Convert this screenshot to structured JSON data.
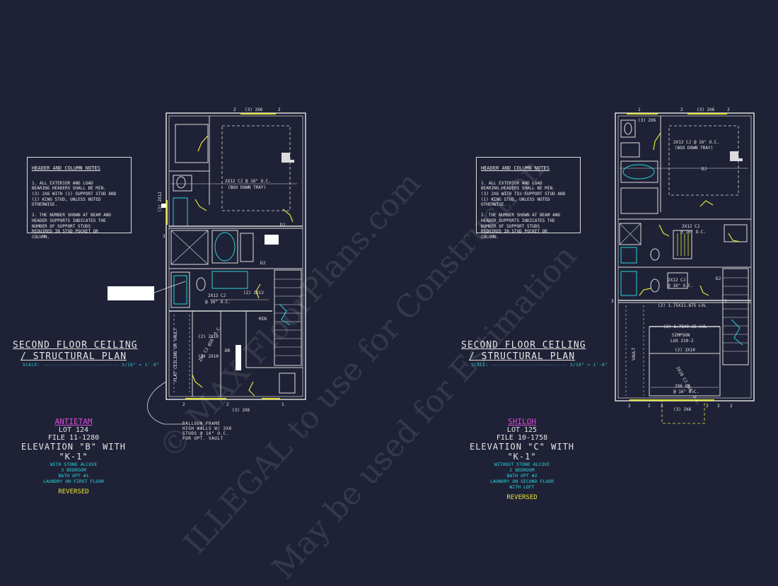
{
  "notes": {
    "heading": "HEADER AND COLUMN NOTES",
    "body": "1. ALL EXTERIOR AND LOAD\nBEARING HEADERS SHALL BE MIN.\n(3) 2x6 WITH (1) SUPPORT STUD AND\n(1) KING STUD, UNLESS NOTED\nOTHERWISE.\n\n2. THE NUMBER SHOWN AT BEAM AND\nHEADER SUPPORTS INDICATES THE\nNUMBER OF SUPPORT STUDS\nREQUIRED IN STUD POCKET OR\nCOLUMN."
  },
  "plan_title": {
    "line1": "SECOND FLOOR CEILING",
    "line2": "/ STRUCTURAL PLAN",
    "scale_label": "SCALE:",
    "scale_value": "3/16\" = 1'-0\""
  },
  "left_project": {
    "name": "ANTIETAM",
    "lot": "LOT 124",
    "file": "FILE 11-1280",
    "elevation": "ELEVATION \"B\" WITH \"K-1\"",
    "options": [
      "WITH STONE ALCOVE",
      "3 BEDROOM",
      "BATH OPT #1",
      "LAUNDRY ON FIRST FLOOR"
    ],
    "reversed": "REVERSED"
  },
  "right_project": {
    "name": "SHILOH",
    "lot": "LOT 125",
    "file": "FILE 10-1758",
    "elevation": "ELEVATION \"C\" WITH \"K-1\"",
    "options": [
      "WITHOUT STONE ALCOVE",
      "2 BEDROOM",
      "BATH OPT #2",
      "LAUNDRY ON SECOND FLOOR",
      "WITH LOFT"
    ],
    "reversed": "REVERSED"
  },
  "left_plan_labels": {
    "top_header": "(3) 2x6",
    "top_num_a": "2",
    "top_num_b": "2",
    "cj_main": "2x12 CJ @ 16\" O.C.",
    "cj_main_sub": "(BOX DOWN TRAY)",
    "dj_1": "DJ",
    "dj_2": "DJ",
    "dj_3": "DJ",
    "side_header": "(3) 2x12",
    "beam_num": "3",
    "cj_bath": "2x12 CJ",
    "cj_bath_sub": "@ 16\" O.C.",
    "stair_header": "(2) 2x12",
    "min": "MIN",
    "hdr_2x10_a": "(2) 2x10",
    "hdr_2x10_b": "(2) 2x10",
    "vault": "FLAT CEILING OR VAULT",
    "cj_diag": "2x6 CJ @16\" O.C.",
    "dr": "DR",
    "bottom_header": "(3) 2x6",
    "bottom_num_a": "2",
    "bottom_num_b": "2",
    "bottom_num_c": "1",
    "balloon_note": "BALLOON FRAME\nHIGH WALLS w/ 2x6\nSTUDS @ 16\" O.C.\nFOR OPT. VAULT"
  },
  "right_plan_labels": {
    "top_header": "(3) 2x6",
    "top_left_header": "(3) 2x6",
    "top_num_a": "2",
    "top_num_b": "2",
    "top_num_c": "1",
    "cj_main": "2x12 CJ @ 16\" O.C.",
    "cj_main_sub": "(BOX DOWN TRAY)",
    "dj_1": "DJ",
    "dj_2": "DJ",
    "cj_mid": "2x12 CJ",
    "cj_mid_sub": "@ 16\" O.C.",
    "cj_bath": "2x12 CJ",
    "cj_bath_sub": "@ 16\" O.C.",
    "lvl_beam": "(2) 1.75x11.875 LVL",
    "beam_num_a": "3",
    "beam_num_b": "3",
    "lvl_loft": "(2) 1.75x9.25 LVL",
    "simpson": "SIMPSON",
    "simpson_sub": "LUS 210-2",
    "hdr_2x10": "(2) 2x10",
    "vault": "VAULT",
    "cj_diag": "2x10 CJ @16\" O.C.",
    "cj_bottom": "2x6 CJ",
    "cj_bottom_sub": "@ 16\" O.C.",
    "bottom_header": "(3) 2x6",
    "bottom_nums": [
      "2",
      "2",
      "2",
      "2",
      "2",
      "2"
    ]
  },
  "watermark": {
    "line1": "© MAX FloorPlans.com",
    "line2": "ILLEGAL to use for Construction",
    "line3": "May be used for Estimation"
  },
  "colors": {
    "background": "#1f2236",
    "wall": "#dcdcdc",
    "cyan": "#29d3de",
    "yellow": "#e4e43a",
    "magenta": "#d74bd6",
    "green": "#3ad24a"
  }
}
